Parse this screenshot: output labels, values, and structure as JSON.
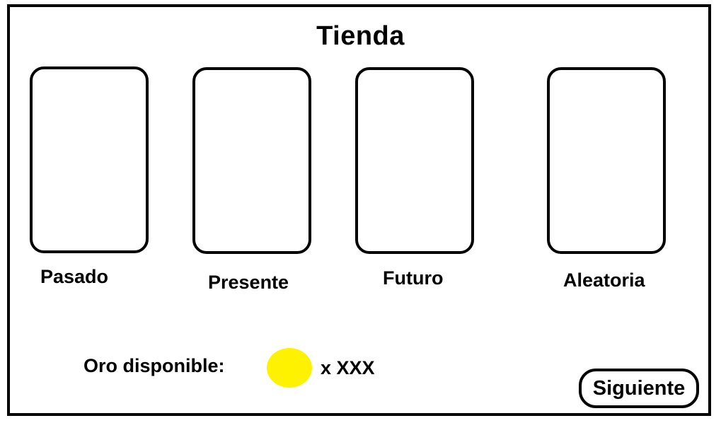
{
  "title": "Tienda",
  "cards": [
    {
      "label": "Pasado"
    },
    {
      "label": "Presente"
    },
    {
      "label": "Futuro"
    },
    {
      "label": "Aleatoria"
    }
  ],
  "gold": {
    "label": "Oro disponible:",
    "amount": "x XXX",
    "coin_color": "#fff200"
  },
  "next_button": {
    "label": "Siguiente"
  }
}
